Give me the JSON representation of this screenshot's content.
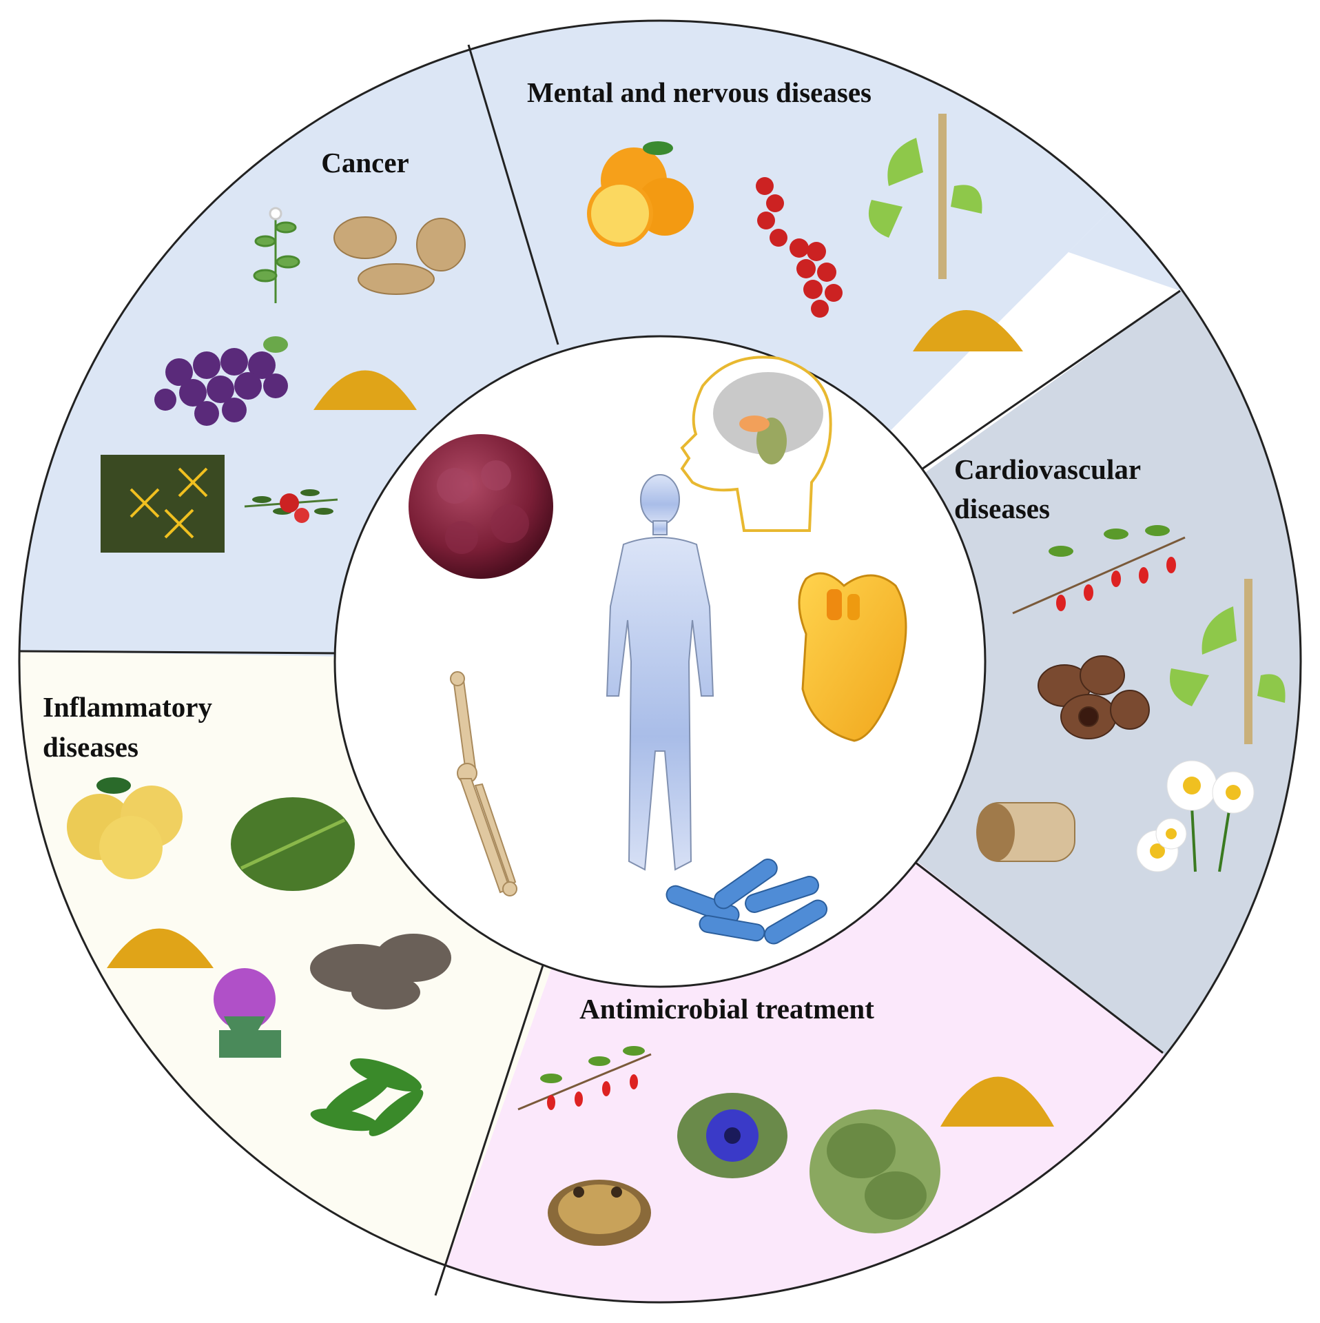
{
  "sections": {
    "cancer": {
      "label": "Cancer"
    },
    "mental": {
      "label": "Mental and nervous diseases"
    },
    "cardio": {
      "line1": "Cardiovascular",
      "line2": "diseases"
    },
    "antimicrobial": {
      "label": "Antimicrobial treatment"
    },
    "inflammatory": {
      "line1": "Inflammatory",
      "line2": "diseases"
    }
  },
  "colors": {
    "cancer_bg": "#dce6f5",
    "mental_bg": "#dce6f5",
    "cardio_bg": "#d0d8e4",
    "antimicrobial_bg": "#fbe8fb",
    "inflammatory_bg": "#fdfcf3",
    "inner_bg": "#ffffff",
    "outline": "#222222",
    "turmeric": "#e0a418",
    "berry": "#cc2222",
    "leaf": "#5a9a2a"
  }
}
